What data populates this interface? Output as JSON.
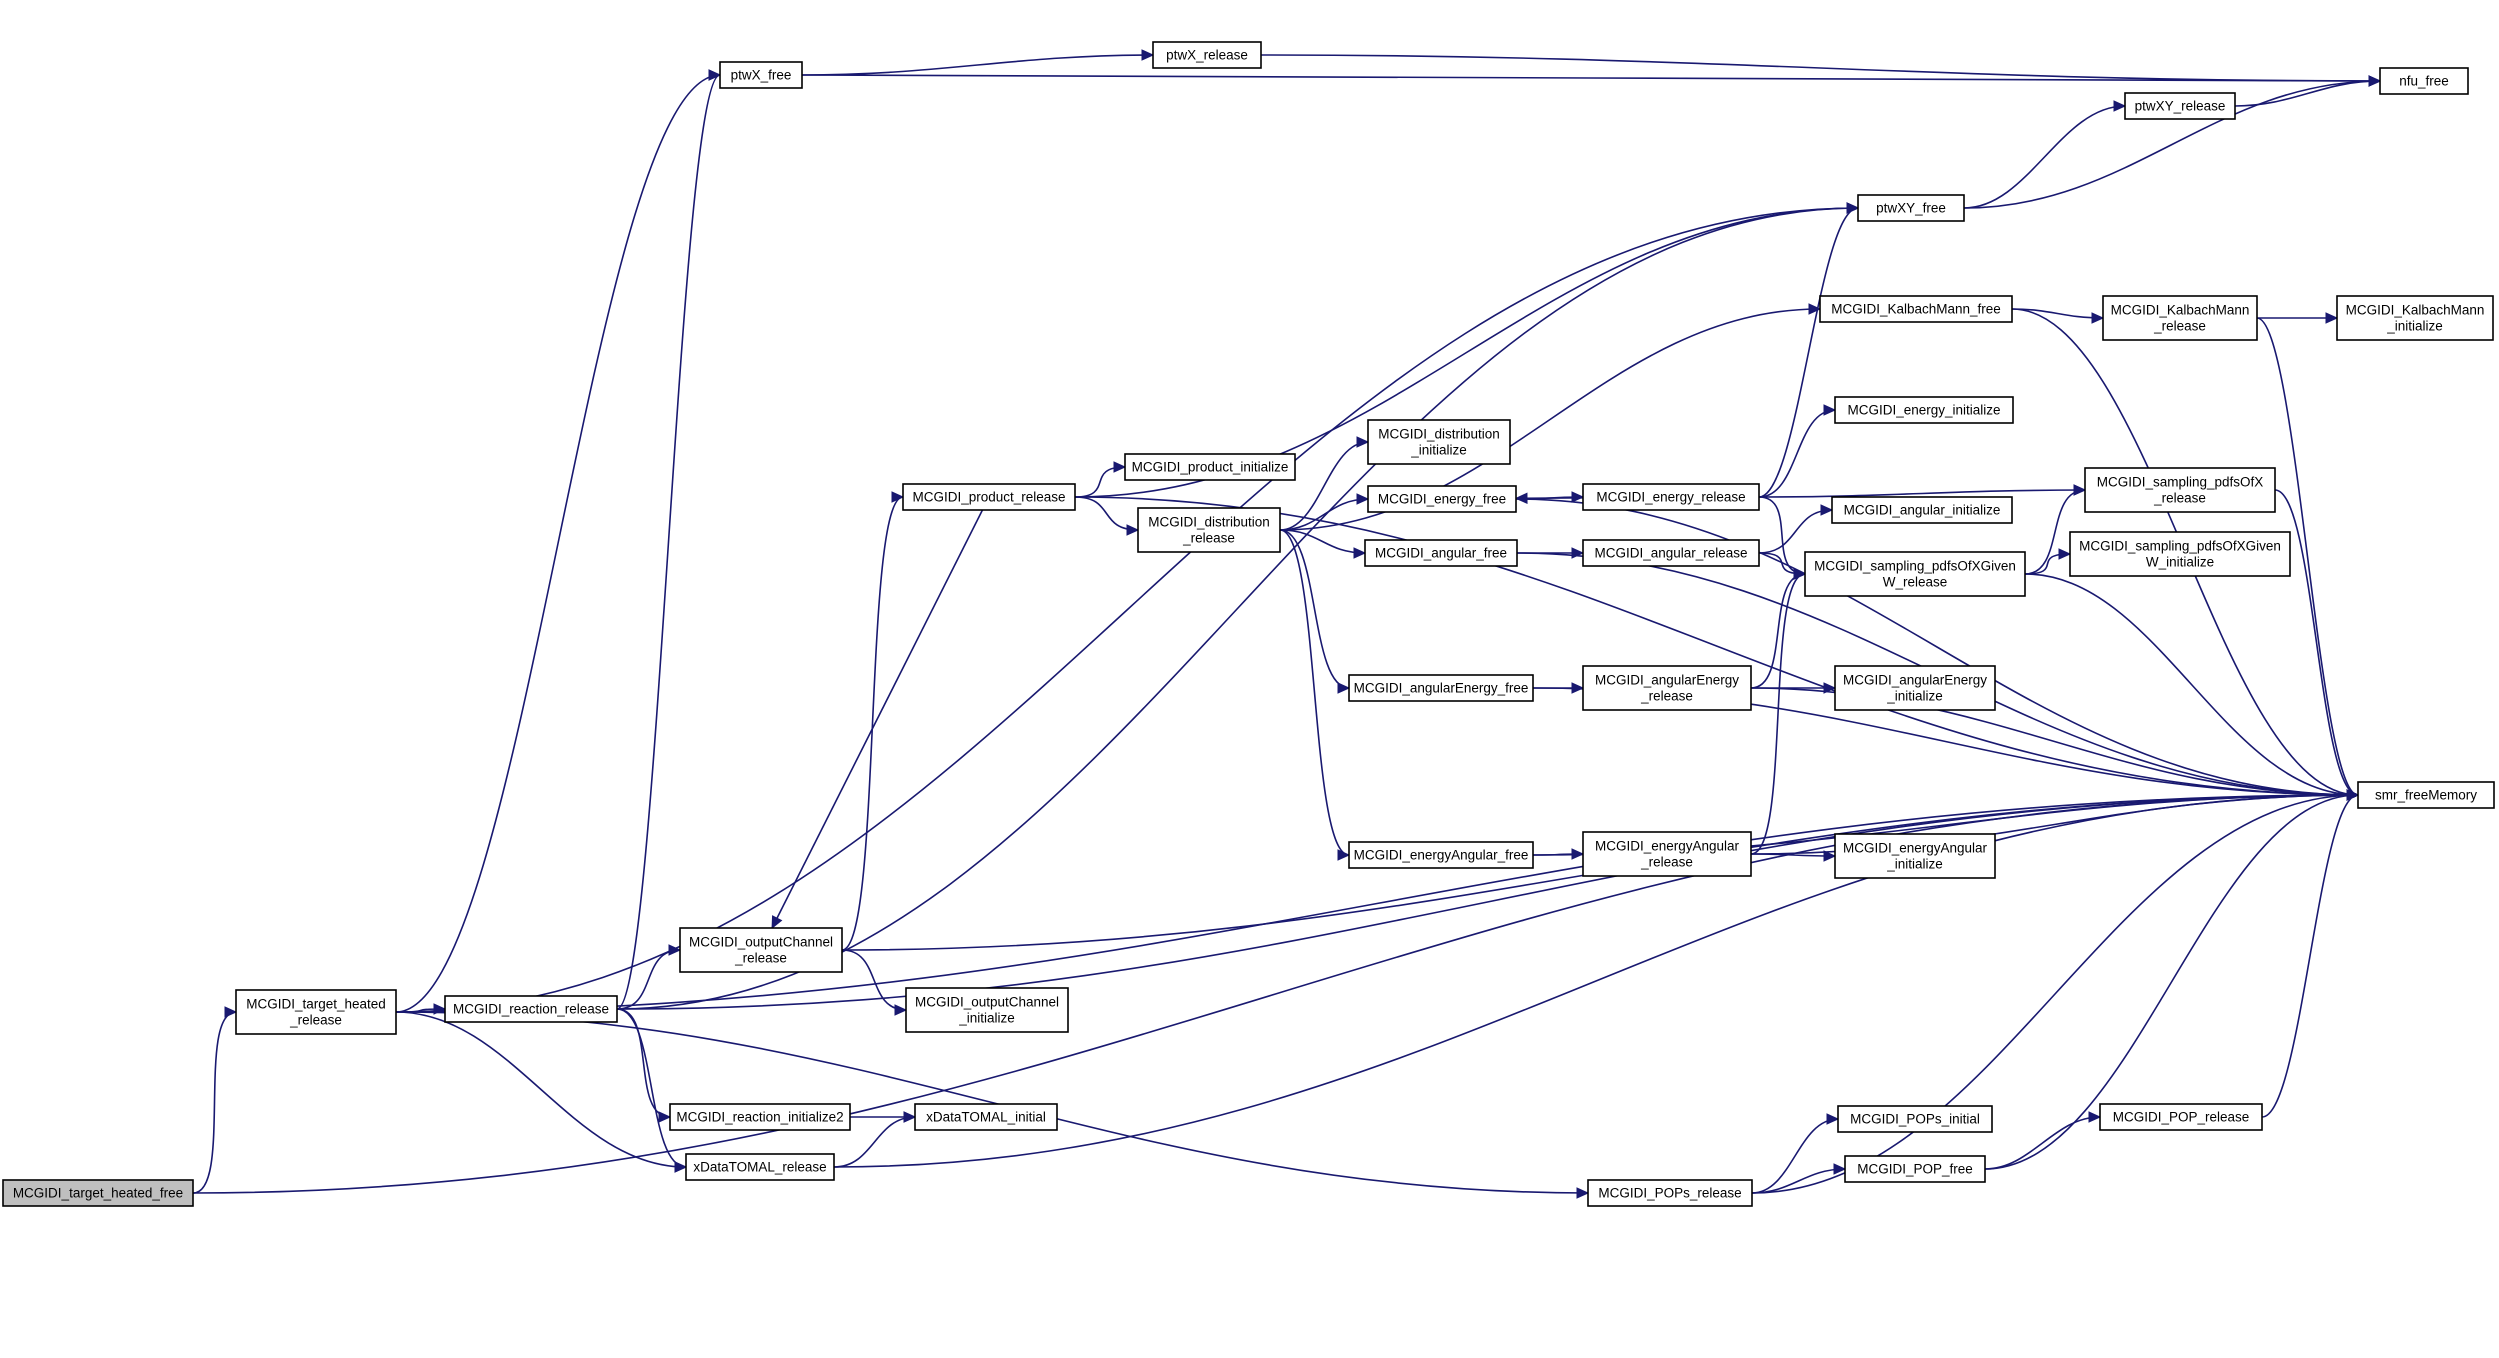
{
  "nodes": [
    {
      "id": "target_heated_free",
      "lines": [
        "MCGIDI_target_heated_free"
      ],
      "root": true
    },
    {
      "id": "target_heated_release",
      "lines": [
        "MCGIDI_target_heated",
        "_release"
      ]
    },
    {
      "id": "reaction_release",
      "lines": [
        "MCGIDI_reaction_release"
      ]
    },
    {
      "id": "outputChannel_release",
      "lines": [
        "MCGIDI_outputChannel",
        "_release"
      ]
    },
    {
      "id": "outputChannel_initialize",
      "lines": [
        "MCGIDI_outputChannel",
        "_initialize"
      ]
    },
    {
      "id": "reaction_initialize2",
      "lines": [
        "MCGIDI_reaction_initialize2"
      ]
    },
    {
      "id": "xDataTOMAL_release",
      "lines": [
        "xDataTOMAL_release"
      ]
    },
    {
      "id": "xDataTOMAL_initial",
      "lines": [
        "xDataTOMAL_initial"
      ]
    },
    {
      "id": "product_release",
      "lines": [
        "MCGIDI_product_release"
      ]
    },
    {
      "id": "product_initialize",
      "lines": [
        "MCGIDI_product_initialize"
      ]
    },
    {
      "id": "distribution_release",
      "lines": [
        "MCGIDI_distribution",
        "_release"
      ]
    },
    {
      "id": "distribution_initialize",
      "lines": [
        "MCGIDI_distribution",
        "_initialize"
      ]
    },
    {
      "id": "energy_free",
      "lines": [
        "MCGIDI_energy_free"
      ]
    },
    {
      "id": "angular_free",
      "lines": [
        "MCGIDI_angular_free"
      ]
    },
    {
      "id": "angularEnergy_free",
      "lines": [
        "MCGIDI_angularEnergy_free"
      ]
    },
    {
      "id": "energyAngular_free",
      "lines": [
        "MCGIDI_energyAngular_free"
      ]
    },
    {
      "id": "energy_release",
      "lines": [
        "MCGIDI_energy_release"
      ]
    },
    {
      "id": "angular_release",
      "lines": [
        "MCGIDI_angular_release"
      ]
    },
    {
      "id": "angularEnergy_release",
      "lines": [
        "MCGIDI_angularEnergy",
        "_release"
      ]
    },
    {
      "id": "energyAngular_release",
      "lines": [
        "MCGIDI_energyAngular",
        "_release"
      ]
    },
    {
      "id": "KalbachMann_free",
      "lines": [
        "MCGIDI_KalbachMann_free"
      ]
    },
    {
      "id": "KalbachMann_release",
      "lines": [
        "MCGIDI_KalbachMann",
        "_release"
      ]
    },
    {
      "id": "KalbachMann_initialize",
      "lines": [
        "MCGIDI_KalbachMann",
        "_initialize"
      ]
    },
    {
      "id": "energy_initialize",
      "lines": [
        "MCGIDI_energy_initialize"
      ]
    },
    {
      "id": "angular_initialize",
      "lines": [
        "MCGIDI_angular_initialize"
      ]
    },
    {
      "id": "sampling_pdfsOfXGivenW_release",
      "lines": [
        "MCGIDI_sampling_pdfsOfXGiven",
        "W_release"
      ]
    },
    {
      "id": "sampling_pdfsOfX_release",
      "lines": [
        "MCGIDI_sampling_pdfsOfX",
        "_release"
      ]
    },
    {
      "id": "sampling_pdfsOfXGivenW_initialize",
      "lines": [
        "MCGIDI_sampling_pdfsOfXGiven",
        "W_initialize"
      ]
    },
    {
      "id": "angularEnergy_initialize",
      "lines": [
        "MCGIDI_angularEnergy",
        "_initialize"
      ]
    },
    {
      "id": "energyAngular_initialize",
      "lines": [
        "MCGIDI_energyAngular",
        "_initialize"
      ]
    },
    {
      "id": "POPs_release",
      "lines": [
        "MCGIDI_POPs_release"
      ]
    },
    {
      "id": "POPs_initial",
      "lines": [
        "MCGIDI_POPs_initial"
      ]
    },
    {
      "id": "POP_free",
      "lines": [
        "MCGIDI_POP_free"
      ]
    },
    {
      "id": "POP_release",
      "lines": [
        "MCGIDI_POP_release"
      ]
    },
    {
      "id": "ptwX_free",
      "lines": [
        "ptwX_free"
      ]
    },
    {
      "id": "ptwX_release",
      "lines": [
        "ptwX_release"
      ]
    },
    {
      "id": "ptwXY_free",
      "lines": [
        "ptwXY_free"
      ]
    },
    {
      "id": "ptwXY_release",
      "lines": [
        "ptwXY_release"
      ]
    },
    {
      "id": "nfu_free",
      "lines": [
        "nfu_free"
      ]
    },
    {
      "id": "smr_freeMemory",
      "lines": [
        "smr_freeMemory"
      ]
    }
  ],
  "edges": [
    [
      "target_heated_free",
      "target_heated_release"
    ],
    [
      "target_heated_free",
      "smr_freeMemory"
    ],
    [
      "target_heated_release",
      "reaction_release"
    ],
    [
      "target_heated_release",
      "ptwX_free"
    ],
    [
      "target_heated_release",
      "ptwXY_free"
    ],
    [
      "target_heated_release",
      "smr_freeMemory"
    ],
    [
      "target_heated_release",
      "xDataTOMAL_release"
    ],
    [
      "target_heated_release",
      "POPs_release"
    ],
    [
      "reaction_release",
      "outputChannel_release"
    ],
    [
      "reaction_release",
      "ptwX_free"
    ],
    [
      "reaction_release",
      "ptwXY_free"
    ],
    [
      "reaction_release",
      "reaction_initialize2"
    ],
    [
      "reaction_release",
      "xDataTOMAL_release"
    ],
    [
      "reaction_release",
      "smr_freeMemory"
    ],
    [
      "outputChannel_release",
      "product_release"
    ],
    [
      "outputChannel_release",
      "outputChannel_initialize"
    ],
    [
      "outputChannel_release",
      "smr_freeMemory"
    ],
    [
      "product_release",
      "outputChannel_release"
    ],
    [
      "product_release",
      "product_initialize"
    ],
    [
      "product_release",
      "distribution_release"
    ],
    [
      "product_release",
      "ptwXY_free"
    ],
    [
      "product_release",
      "smr_freeMemory"
    ],
    [
      "reaction_initialize2",
      "xDataTOMAL_initial"
    ],
    [
      "xDataTOMAL_release",
      "xDataTOMAL_initial"
    ],
    [
      "xDataTOMAL_release",
      "smr_freeMemory"
    ],
    [
      "distribution_release",
      "distribution_initialize"
    ],
    [
      "distribution_release",
      "energy_free"
    ],
    [
      "distribution_release",
      "angular_free"
    ],
    [
      "distribution_release",
      "angularEnergy_free"
    ],
    [
      "distribution_release",
      "energyAngular_free"
    ],
    [
      "distribution_release",
      "KalbachMann_free"
    ],
    [
      "energy_free",
      "energy_release"
    ],
    [
      "energy_release",
      "energy_free"
    ],
    [
      "energy_release",
      "energy_initialize"
    ],
    [
      "energy_release",
      "sampling_pdfsOfX_release"
    ],
    [
      "energy_release",
      "sampling_pdfsOfXGivenW_release"
    ],
    [
      "energy_release",
      "ptwXY_free"
    ],
    [
      "energy_free",
      "smr_freeMemory"
    ],
    [
      "angular_free",
      "angular_release"
    ],
    [
      "angular_free",
      "smr_freeMemory"
    ],
    [
      "angular_release",
      "angular_initialize"
    ],
    [
      "angular_release",
      "sampling_pdfsOfXGivenW_release"
    ],
    [
      "angularEnergy_free",
      "angularEnergy_release"
    ],
    [
      "angularEnergy_free",
      "smr_freeMemory"
    ],
    [
      "angularEnergy_release",
      "angularEnergy_initialize"
    ],
    [
      "angularEnergy_release",
      "sampling_pdfsOfXGivenW_release"
    ],
    [
      "angularEnergy_release",
      "smr_freeMemory"
    ],
    [
      "energyAngular_free",
      "energyAngular_release"
    ],
    [
      "energyAngular_free",
      "smr_freeMemory"
    ],
    [
      "energyAngular_release",
      "energyAngular_initialize"
    ],
    [
      "energyAngular_release",
      "sampling_pdfsOfXGivenW_release"
    ],
    [
      "energyAngular_release",
      "smr_freeMemory"
    ],
    [
      "sampling_pdfsOfXGivenW_release",
      "sampling_pdfsOfX_release"
    ],
    [
      "sampling_pdfsOfXGivenW_release",
      "sampling_pdfsOfXGivenW_initialize"
    ],
    [
      "sampling_pdfsOfXGivenW_release",
      "smr_freeMemory"
    ],
    [
      "sampling_pdfsOfX_release",
      "smr_freeMemory"
    ],
    [
      "KalbachMann_free",
      "KalbachMann_release"
    ],
    [
      "KalbachMann_free",
      "smr_freeMemory"
    ],
    [
      "KalbachMann_release",
      "KalbachMann_initialize"
    ],
    [
      "KalbachMann_release",
      "smr_freeMemory"
    ],
    [
      "POPs_release",
      "POPs_initial"
    ],
    [
      "POPs_release",
      "POP_free"
    ],
    [
      "POPs_release",
      "smr_freeMemory"
    ],
    [
      "POP_free",
      "POP_release"
    ],
    [
      "POP_free",
      "smr_freeMemory"
    ],
    [
      "POP_release",
      "smr_freeMemory"
    ],
    [
      "ptwX_free",
      "ptwX_release"
    ],
    [
      "ptwX_free",
      "nfu_free"
    ],
    [
      "ptwX_release",
      "nfu_free"
    ],
    [
      "ptwXY_free",
      "ptwXY_release"
    ],
    [
      "ptwXY_free",
      "nfu_free"
    ],
    [
      "ptwXY_release",
      "nfu_free"
    ]
  ]
}
